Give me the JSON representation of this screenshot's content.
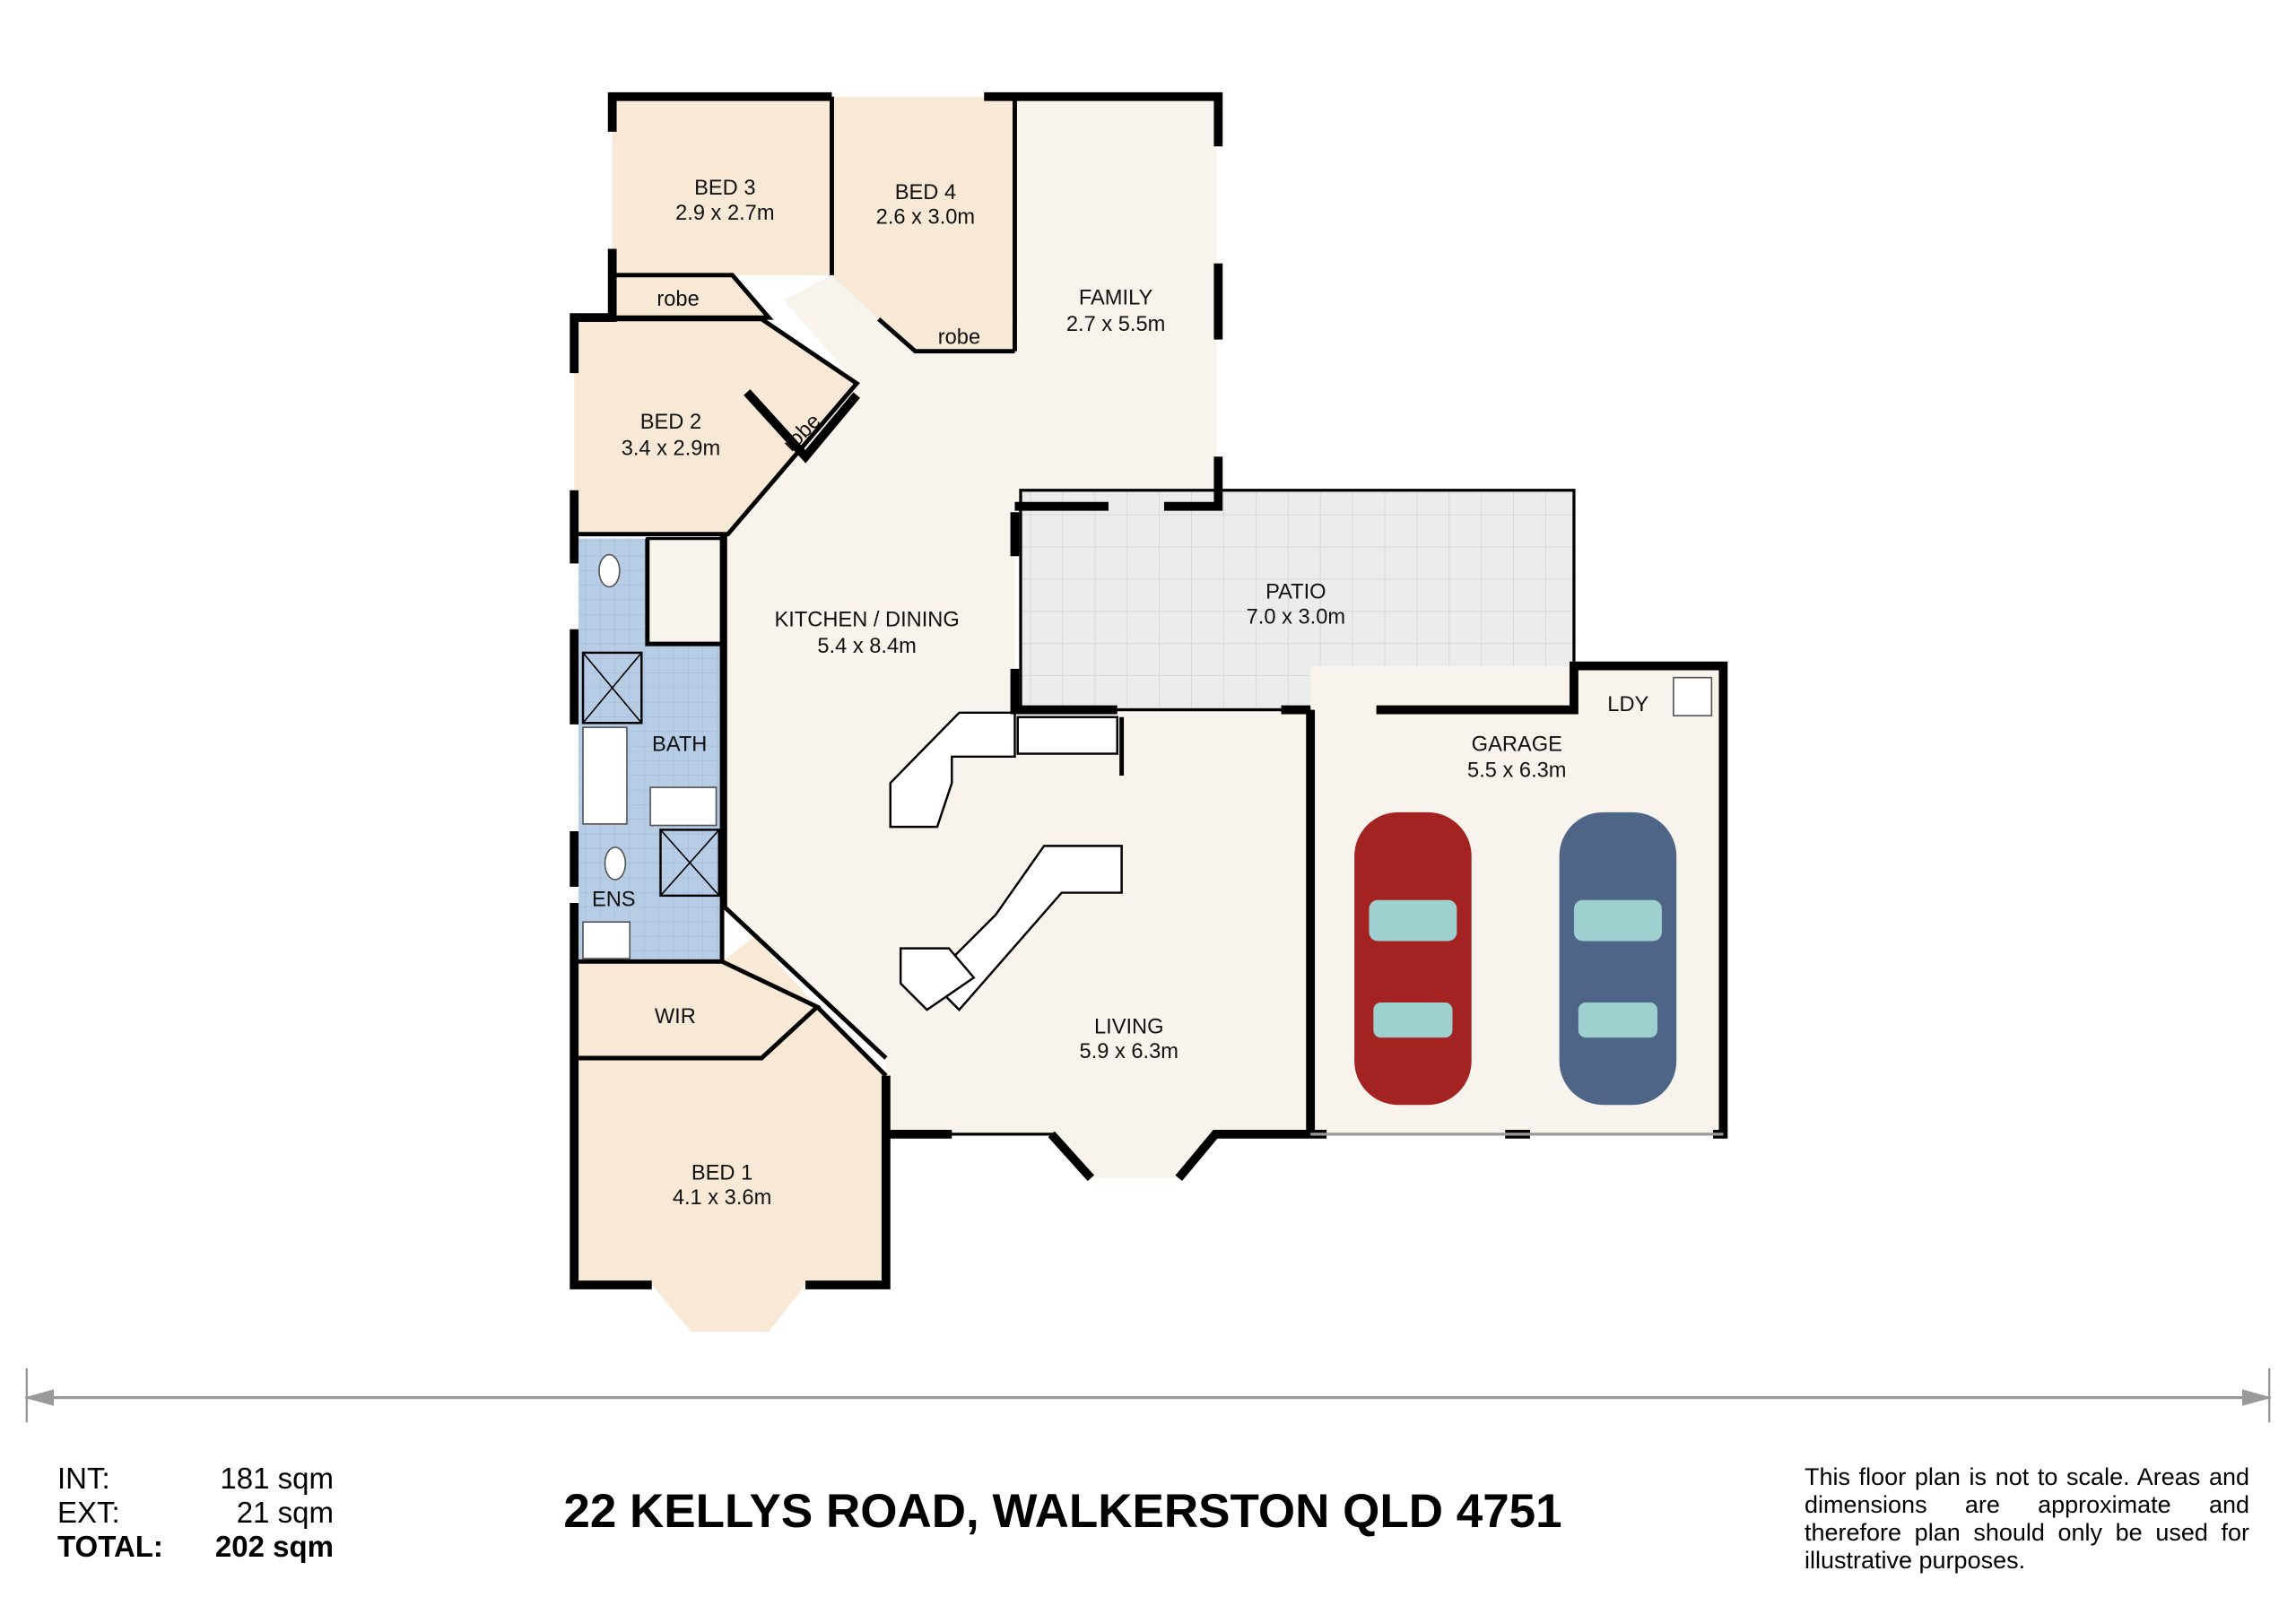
{
  "rooms": {
    "bed3": {
      "name": "BED 3",
      "size": "2.9 x 2.7m"
    },
    "bed4": {
      "name": "BED 4",
      "size": "2.6 x 3.0m"
    },
    "family": {
      "name": "FAMILY",
      "size": "2.7 x 5.5m"
    },
    "bed2": {
      "name": "BED 2",
      "size": "3.4 x 2.9m"
    },
    "robe_bed3": "robe",
    "robe_bed4": "robe",
    "robe_bed2": "robe",
    "kitchen": {
      "name": "KITCHEN / DINING",
      "size": "5.4 x 8.4m"
    },
    "patio": {
      "name": "PATIO",
      "size": "7.0 x 3.0m"
    },
    "bath": "BATH",
    "ens": "ENS",
    "ldy": "LDY",
    "garage": {
      "name": "GARAGE",
      "size": "5.5 x 6.3m"
    },
    "wir": "WIR",
    "living": {
      "name": "LIVING",
      "size": "5.9 x 6.3m"
    },
    "bed1": {
      "name": "BED 1",
      "size": "4.1 x 3.6m"
    }
  },
  "areas": {
    "int_label": "INT:",
    "int_value": "181 sqm",
    "ext_label": "EXT:",
    "ext_value": "21 sqm",
    "total_label": "TOTAL:",
    "total_value": "202 sqm"
  },
  "address": "22 KELLYS ROAD, WALKERSTON QLD 4751",
  "disclaimer": "This floor plan is not to scale. Areas and dimensions are approximate and therefore plan should only be used for illustrative purposes.",
  "colors": {
    "bedroom": "#f8e9d6",
    "living": "#f8f3ec",
    "wet": "#b7cde6",
    "patio": "#ececec",
    "wall": "#000000",
    "car_red": "#a32222",
    "car_blue": "#4f6587"
  }
}
